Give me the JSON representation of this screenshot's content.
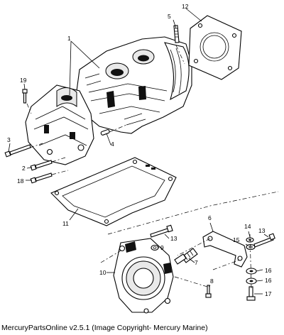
{
  "caption": "MercuryPartsOnline v2.5.1 (Image Copyright- Mercury Marine)",
  "callouts": {
    "c1": "1",
    "c2": "2",
    "c3": "3",
    "c4": "4",
    "c5": "5",
    "c6": "6",
    "c7": "7",
    "c8": "8",
    "c9": "9",
    "c10": "10",
    "c11": "11",
    "c12": "12",
    "c13a": "13",
    "c13b": "13",
    "c14": "14",
    "c15": "15",
    "c16a": "16",
    "c16b": "16",
    "c17": "17",
    "c18": "18",
    "c19": "19"
  }
}
